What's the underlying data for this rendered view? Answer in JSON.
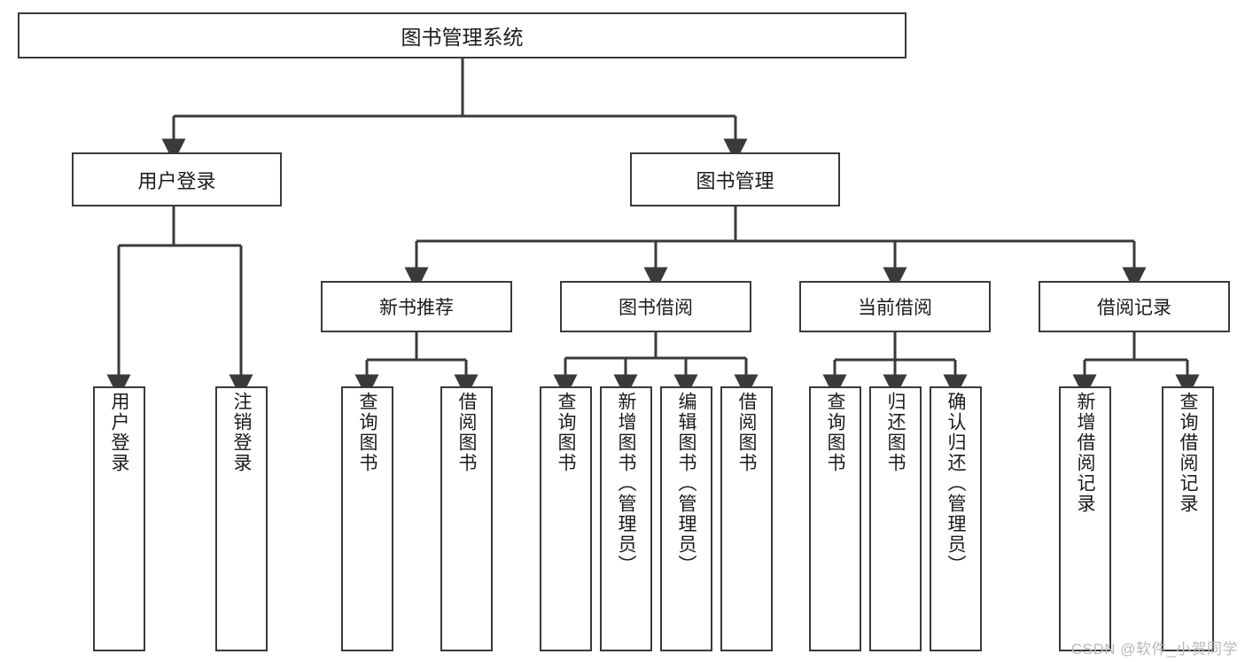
{
  "diagram": {
    "title": "图书管理系统",
    "watermark": "CSDN @软件_小贺同学",
    "style": {
      "background": "#ffffff",
      "box_border": "#3a3a3a",
      "box_fill": "#ffffff",
      "edge_color": "#3a3a3a",
      "text_color": "#1b1b1b",
      "watermark_color": "#b9b9b9"
    },
    "nodes": {
      "root": {
        "label": "图书管理系统",
        "level": 1
      },
      "l2": [
        {
          "label": "用户登录",
          "level": 2
        },
        {
          "label": "图书管理",
          "level": 2
        }
      ],
      "l3": [
        {
          "label": "新书推荐",
          "level": 3
        },
        {
          "label": "图书借阅",
          "level": 3
        },
        {
          "label": "当前借阅",
          "level": 3
        },
        {
          "label": "借阅记录",
          "level": 3
        }
      ],
      "leaves": [
        {
          "label": "用户登录",
          "parent": "用户登录"
        },
        {
          "label": "注销登录",
          "parent": "用户登录"
        },
        {
          "label": "查询图书",
          "parent": "新书推荐"
        },
        {
          "label": "借阅图书",
          "parent": "新书推荐"
        },
        {
          "label": "查询图书",
          "parent": "图书借阅"
        },
        {
          "label": "新增图书（管理员）",
          "parent": "图书借阅"
        },
        {
          "label": "编辑图书（管理员）",
          "parent": "图书借阅"
        },
        {
          "label": "借阅图书",
          "parent": "图书借阅"
        },
        {
          "label": "查询图书",
          "parent": "当前借阅"
        },
        {
          "label": "归还图书",
          "parent": "当前借阅"
        },
        {
          "label": "确认归还（管理员）",
          "parent": "当前借阅"
        },
        {
          "label": "新增借阅记录",
          "parent": "借阅记录"
        },
        {
          "label": "查询借阅记录",
          "parent": "借阅记录"
        }
      ]
    }
  }
}
